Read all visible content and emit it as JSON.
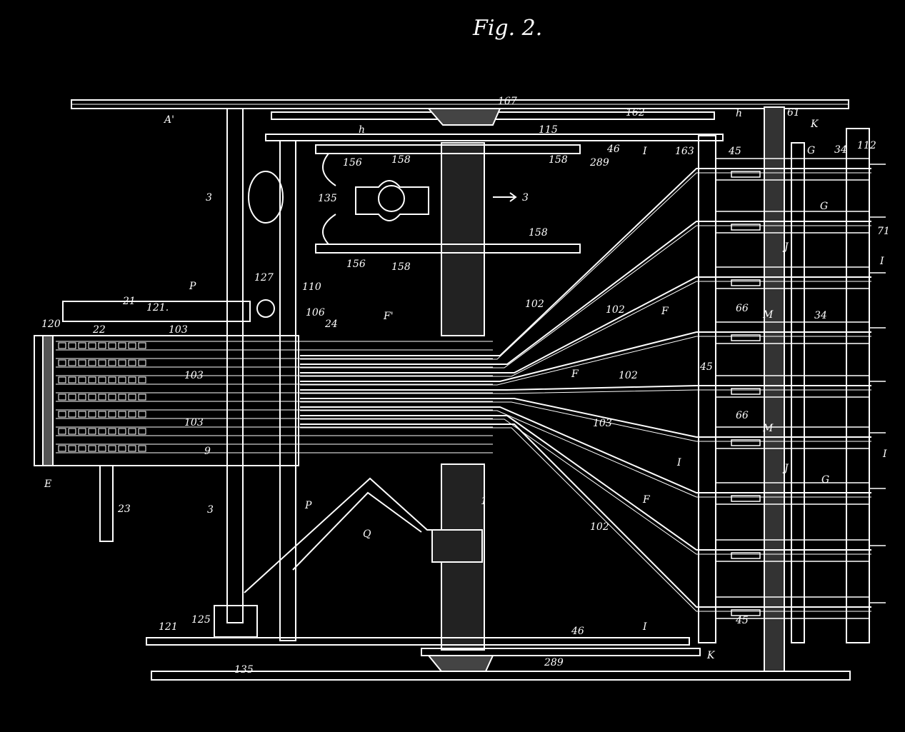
{
  "figure": {
    "title": "Fig. 2.",
    "colors": {
      "background": "#000000",
      "ink": "#ffffff"
    },
    "labels": [
      {
        "id": "A1",
        "text": "A'"
      },
      {
        "id": "167",
        "text": "167"
      },
      {
        "id": "162",
        "text": "162"
      },
      {
        "id": "h_top",
        "text": "h"
      },
      {
        "id": "h_mid",
        "text": "h"
      },
      {
        "id": "115",
        "text": "115"
      },
      {
        "id": "61",
        "text": "61"
      },
      {
        "id": "K_top",
        "text": "K"
      },
      {
        "id": "46_top",
        "text": "46"
      },
      {
        "id": "I_top",
        "text": "I"
      },
      {
        "id": "163",
        "text": "163"
      },
      {
        "id": "45_top",
        "text": "45"
      },
      {
        "id": "G_top",
        "text": "G"
      },
      {
        "id": "34_top",
        "text": "34"
      },
      {
        "id": "112",
        "text": "112"
      },
      {
        "id": "156_a",
        "text": "156"
      },
      {
        "id": "158_a",
        "text": "158"
      },
      {
        "id": "158_b",
        "text": "158"
      },
      {
        "id": "289_top",
        "text": "289"
      },
      {
        "id": "3_a",
        "text": "3"
      },
      {
        "id": "135_top",
        "text": "135"
      },
      {
        "id": "3_arrow",
        "text": "3"
      },
      {
        "id": "G_2",
        "text": "G"
      },
      {
        "id": "158_c",
        "text": "158"
      },
      {
        "id": "71",
        "text": "71"
      },
      {
        "id": "156_b",
        "text": "156"
      },
      {
        "id": "158_d",
        "text": "158"
      },
      {
        "id": "J_1",
        "text": "J"
      },
      {
        "id": "I_right1",
        "text": "I"
      },
      {
        "id": "P_top",
        "text": "P"
      },
      {
        "id": "127",
        "text": "127"
      },
      {
        "id": "110",
        "text": "110"
      },
      {
        "id": "121_top",
        "text": "121."
      },
      {
        "id": "21",
        "text": "21"
      },
      {
        "id": "102_a",
        "text": "102"
      },
      {
        "id": "102_b",
        "text": "102"
      },
      {
        "id": "F_1",
        "text": "F"
      },
      {
        "id": "66_a",
        "text": "66"
      },
      {
        "id": "M_1",
        "text": "M"
      },
      {
        "id": "34_b",
        "text": "34"
      },
      {
        "id": "106",
        "text": "106"
      },
      {
        "id": "24",
        "text": "24"
      },
      {
        "id": "F_prime",
        "text": "F'"
      },
      {
        "id": "120",
        "text": "120"
      },
      {
        "id": "22",
        "text": "22"
      },
      {
        "id": "103_a",
        "text": "103"
      },
      {
        "id": "103_b",
        "text": "103"
      },
      {
        "id": "103_c",
        "text": "103"
      },
      {
        "id": "F_2",
        "text": "F"
      },
      {
        "id": "102_c",
        "text": "102"
      },
      {
        "id": "45_mid",
        "text": "45"
      },
      {
        "id": "103_d",
        "text": "103"
      },
      {
        "id": "66_b",
        "text": "66"
      },
      {
        "id": "M_2",
        "text": "M"
      },
      {
        "id": "9",
        "text": "9"
      },
      {
        "id": "I_mid",
        "text": "I"
      },
      {
        "id": "I_right2",
        "text": "I"
      },
      {
        "id": "J_2",
        "text": "J"
      },
      {
        "id": "G_3",
        "text": "G"
      },
      {
        "id": "E",
        "text": "E"
      },
      {
        "id": "23",
        "text": "23"
      },
      {
        "id": "3_b",
        "text": "3"
      },
      {
        "id": "P_bottom",
        "text": "P"
      },
      {
        "id": "1",
        "text": "1"
      },
      {
        "id": "F_3",
        "text": "F"
      },
      {
        "id": "Q",
        "text": "Q"
      },
      {
        "id": "102_d",
        "text": "102"
      },
      {
        "id": "121_bottom",
        "text": "121"
      },
      {
        "id": "125",
        "text": "125"
      },
      {
        "id": "46_bottom",
        "text": "46"
      },
      {
        "id": "I_bottom",
        "text": "I"
      },
      {
        "id": "45_bottom",
        "text": "45"
      },
      {
        "id": "135_bottom",
        "text": "135"
      },
      {
        "id": "289_bottom",
        "text": "289"
      },
      {
        "id": "K_bottom",
        "text": "K"
      }
    ]
  }
}
